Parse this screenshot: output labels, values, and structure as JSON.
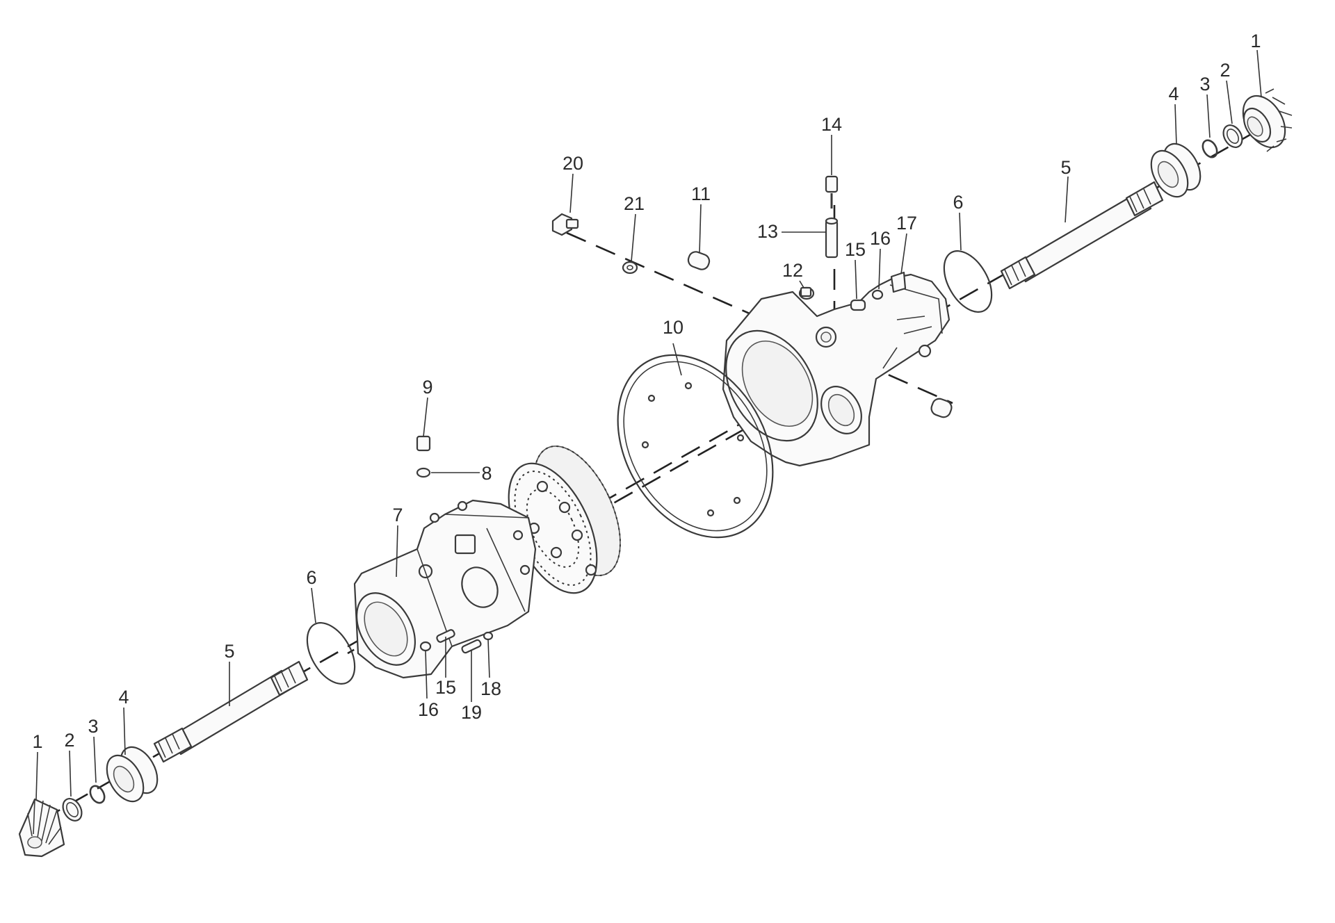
{
  "diagram": {
    "callouts": [
      {
        "id": "c1-right",
        "text": "1"
      },
      {
        "id": "c2-right",
        "text": "2"
      },
      {
        "id": "c3-right",
        "text": "3"
      },
      {
        "id": "c4-right",
        "text": "4"
      },
      {
        "id": "c5-right",
        "text": "5"
      },
      {
        "id": "c6-right",
        "text": "6"
      },
      {
        "id": "c14",
        "text": "14"
      },
      {
        "id": "c13",
        "text": "13"
      },
      {
        "id": "c12",
        "text": "12"
      },
      {
        "id": "c15-right",
        "text": "15"
      },
      {
        "id": "c16-right",
        "text": "16"
      },
      {
        "id": "c17",
        "text": "17"
      },
      {
        "id": "c20",
        "text": "20"
      },
      {
        "id": "c21",
        "text": "21"
      },
      {
        "id": "c11",
        "text": "11"
      },
      {
        "id": "c10",
        "text": "10"
      },
      {
        "id": "c9",
        "text": "9"
      },
      {
        "id": "c8",
        "text": "8"
      },
      {
        "id": "c7",
        "text": "7"
      },
      {
        "id": "c6-left",
        "text": "6"
      },
      {
        "id": "c5-left",
        "text": "5"
      },
      {
        "id": "c4-left",
        "text": "4"
      },
      {
        "id": "c3-left",
        "text": "3"
      },
      {
        "id": "c2-left",
        "text": "2"
      },
      {
        "id": "c1-left",
        "text": "1"
      },
      {
        "id": "c15-left",
        "text": "15"
      },
      {
        "id": "c16-left",
        "text": "16"
      },
      {
        "id": "c18",
        "text": "18"
      },
      {
        "id": "c19",
        "text": "19"
      }
    ]
  }
}
